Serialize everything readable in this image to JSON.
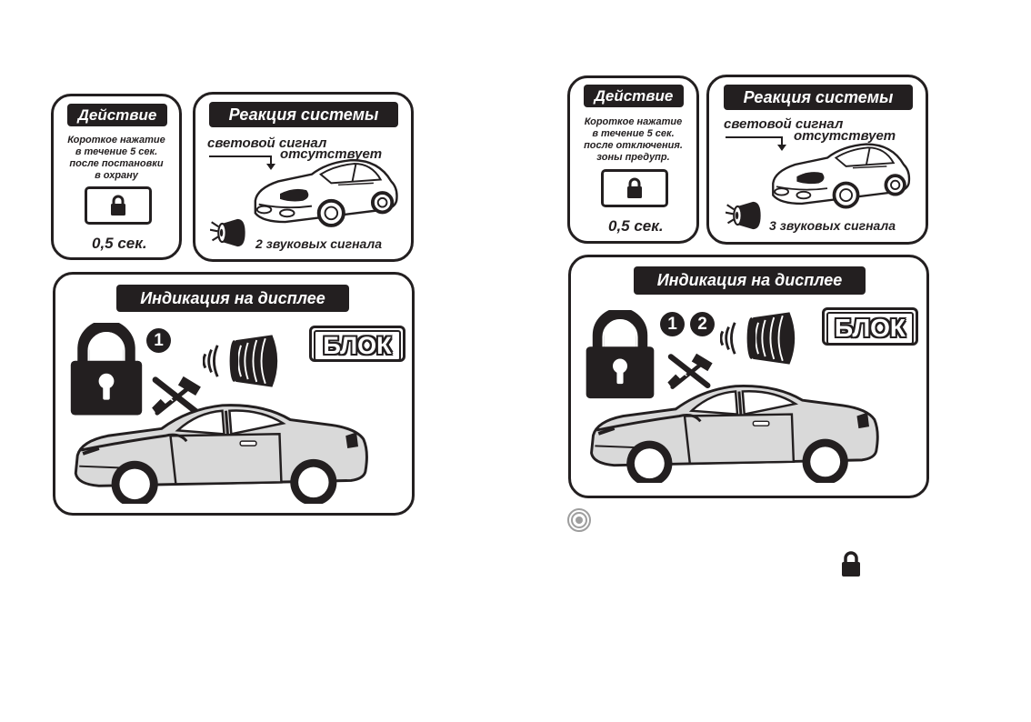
{
  "left_panel": {
    "action": {
      "header": "Действие",
      "lines": [
        "Короткое нажатие",
        "в течение 5 сек.",
        "после постановки",
        "в охрану"
      ],
      "duration": "0,5 сек."
    },
    "reaction": {
      "header": "Реакция системы",
      "light_signal": "световой сигнал",
      "light_status": "отсутствует",
      "sound": "2 звуковых сигнала"
    },
    "display": {
      "header": "Индикация на дисплее",
      "numbers": [
        "1"
      ],
      "block_label": "БЛОК"
    }
  },
  "right_panel": {
    "action": {
      "header": "Действие",
      "lines": [
        "Короткое нажатие",
        "в течение 5 сек.",
        "после отключения.",
        "зоны предупр."
      ],
      "duration": "0,5 сек."
    },
    "reaction": {
      "header": "Реакция системы",
      "light_signal": "световой сигнал",
      "light_status": "отсутствует",
      "sound": "3 звуковых сигнала"
    },
    "display": {
      "header": "Индикация на дисплее",
      "numbers": [
        "1",
        "2"
      ],
      "block_label": "БЛОК"
    }
  },
  "icons": {
    "lock": "lock-icon",
    "speaker": "speaker-icon",
    "siren": "siren-icon",
    "hammer": "hammer-icon",
    "car": "car-icon",
    "target": "target-icon"
  },
  "colors": {
    "ink": "#231f20",
    "paper": "#ffffff",
    "car_fill": "#d9d9d9"
  }
}
